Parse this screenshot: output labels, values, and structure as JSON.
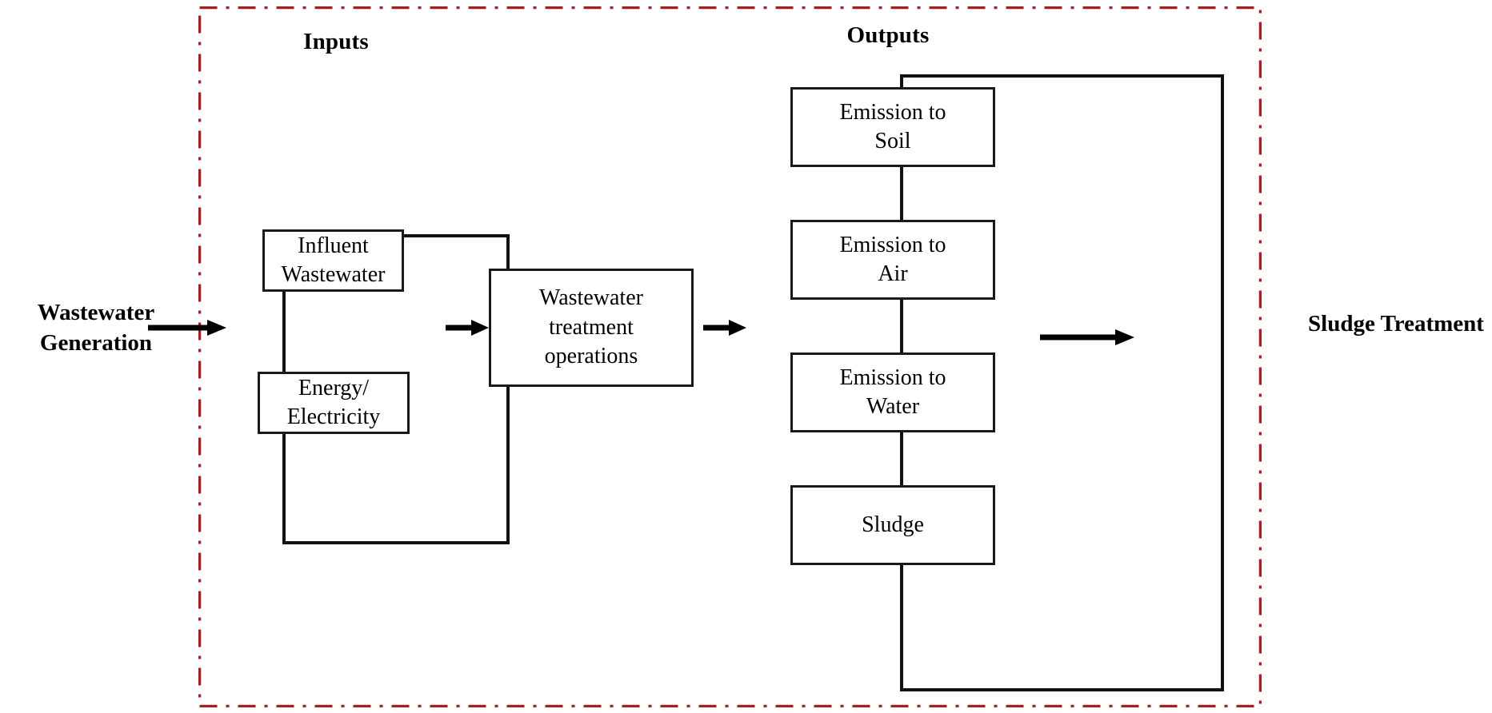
{
  "diagram": {
    "title": "Wastewater treatment system boundary",
    "boundary": {
      "name": "system-boundary",
      "style": "dash-dot",
      "color": "#a81f23"
    },
    "captions": {
      "inputs": "Inputs",
      "outputs": "Outputs"
    },
    "external_labels": {
      "left": "Wastewater\nGeneration",
      "right": "Sludge\nTreatment"
    },
    "inputs_group": {
      "items": [
        {
          "label": "Influent\nWastewater"
        },
        {
          "label": "Energy/\nElectricity"
        }
      ]
    },
    "process": {
      "label": "Wastewater\ntreatment\noperations"
    },
    "outputs_group": {
      "items": [
        {
          "label": "Emission to\nSoil"
        },
        {
          "label": "Emission to\nAir"
        },
        {
          "label": "Emission to\nWater"
        },
        {
          "label": "Sludge"
        }
      ]
    },
    "arrows": [
      {
        "name": "generation-to-inputs",
        "direction": "right"
      },
      {
        "name": "inputs-to-process",
        "direction": "right"
      },
      {
        "name": "process-to-outputs",
        "direction": "right"
      },
      {
        "name": "outputs-to-sludge",
        "direction": "right"
      }
    ],
    "colors": {
      "boundary": "#a81f23",
      "stroke": "#111111",
      "background": "#ffffff"
    }
  }
}
